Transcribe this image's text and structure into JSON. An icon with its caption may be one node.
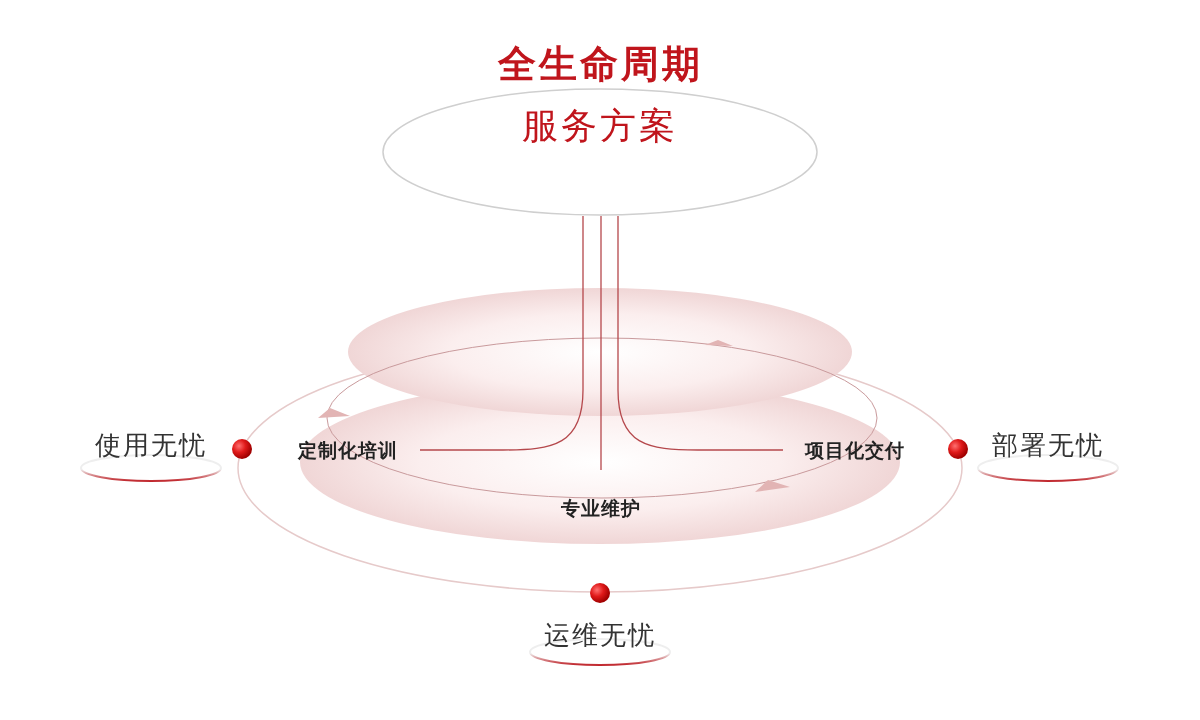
{
  "diagram": {
    "nodes": [
      {
        "text": [
          "全生命周期",
          "服务方案"
        ]
      },
      {
        "text": [
          "使用无忧"
        ]
      },
      {
        "text": [
          "定制化培训"
        ]
      },
      {
        "text": [
          "项目化交付"
        ]
      },
      {
        "text": [
          "部署无忧"
        ]
      },
      {
        "text": [
          "专业维护"
        ]
      },
      {
        "text": [
          "运维无忧"
        ]
      }
    ],
    "edges": [
      {
        "from": 0,
        "to": 2,
        "arrow": "none"
      },
      {
        "from": 0,
        "to": 3,
        "arrow": "none"
      },
      {
        "from": 0,
        "to": 5,
        "arrow": "none"
      }
    ]
  }
}
